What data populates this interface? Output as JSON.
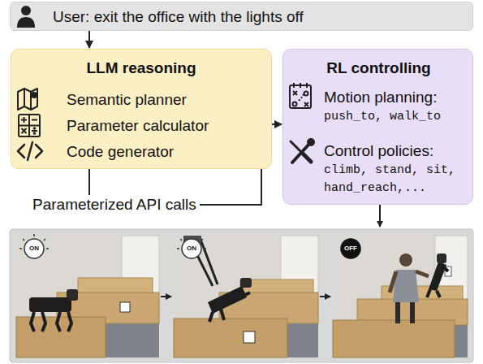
{
  "diagram": {
    "nodes": [
      {
        "text": [
          "User: exit the office with the lights off"
        ]
      },
      {
        "text": [
          "LLM reasoning",
          "Semantic planner",
          "Parameter calculator",
          "Code generator"
        ]
      },
      {
        "text": [
          "RL controlling",
          "Motion planning:",
          "push_to, walk_to",
          "Control policies:",
          "climb, stand, sit, hand_reach,..."
        ]
      }
    ],
    "edges": [
      {
        "from": 0,
        "to": 1,
        "arrow": "to"
      },
      {
        "from": 1,
        "to": 2,
        "arrow": "to",
        "label": "Parameterized API calls"
      }
    ],
    "labels": [
      "ON",
      "ON",
      "OFF"
    ]
  }
}
